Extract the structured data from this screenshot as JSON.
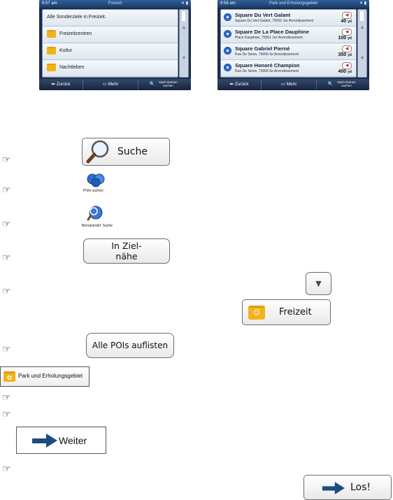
{
  "left_screen": {
    "time": "9:57 am",
    "title": "Freizeit",
    "items": [
      "Alle Sonderziele in Freizeit.",
      "Freizeitzentren",
      "Kultur",
      "Nachtleben"
    ],
    "buttons": {
      "back": "Zurück",
      "more": "Mehr",
      "search_by_name": "Nach Namen suchen"
    }
  },
  "right_screen": {
    "time": "9:58 am",
    "title": "Park und Erholungsgebiet",
    "pois": [
      {
        "name": "Square Du Vert Galant",
        "address": "Square Du Vert-Galant, 75001 1er Arrondissement",
        "distance": "40",
        "unit": "yd"
      },
      {
        "name": "Square De La Place Dauphine",
        "address": "Place Dauphine, 75001 1er Arrondissement",
        "distance": "100",
        "unit": "yd"
      },
      {
        "name": "Square Gabriel Pierné",
        "address": "Rue De Seine, 75006 6e Arrondissement",
        "distance": "350",
        "unit": "yd"
      },
      {
        "name": "Square Honoré Champion",
        "address": "Rue De Seine, 75006 6e Arrondissement",
        "distance": "400",
        "unit": "yd"
      }
    ],
    "buttons": {
      "back": "Zurück",
      "more": "Mehr",
      "search_by_name": "Nach Namen suchen"
    }
  },
  "steps": {
    "suche_label": "Suche",
    "poi_search_caption": "POIs suchen",
    "custom_search_caption": "Benutzerdef. Suche",
    "near_dest_label": "In Ziel-\nnähe",
    "freizeit_label": "Freizeit",
    "all_pois_label": "Alle POIs auflisten",
    "park_label": "Park und Erholungsgebiet",
    "weiter_label": "Weiter",
    "los_label": "Los!"
  }
}
